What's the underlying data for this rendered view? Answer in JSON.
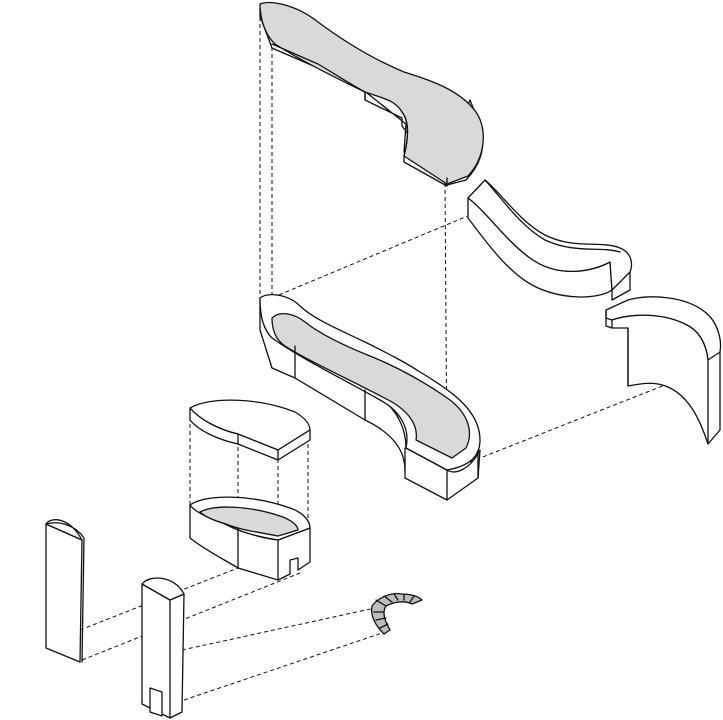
{
  "colors": {
    "background": "#ffffff",
    "stroke": "#111111",
    "fill_white": "#ffffff",
    "fill_gray": "#d9d9d9",
    "stair_gray": "#bdbdbd"
  },
  "parts": [
    "top-slab",
    "curved-wall",
    "curved-wall-with-step",
    "base-basin",
    "small-lid",
    "small-basin",
    "column-left",
    "column-with-door",
    "spiral-stair"
  ]
}
